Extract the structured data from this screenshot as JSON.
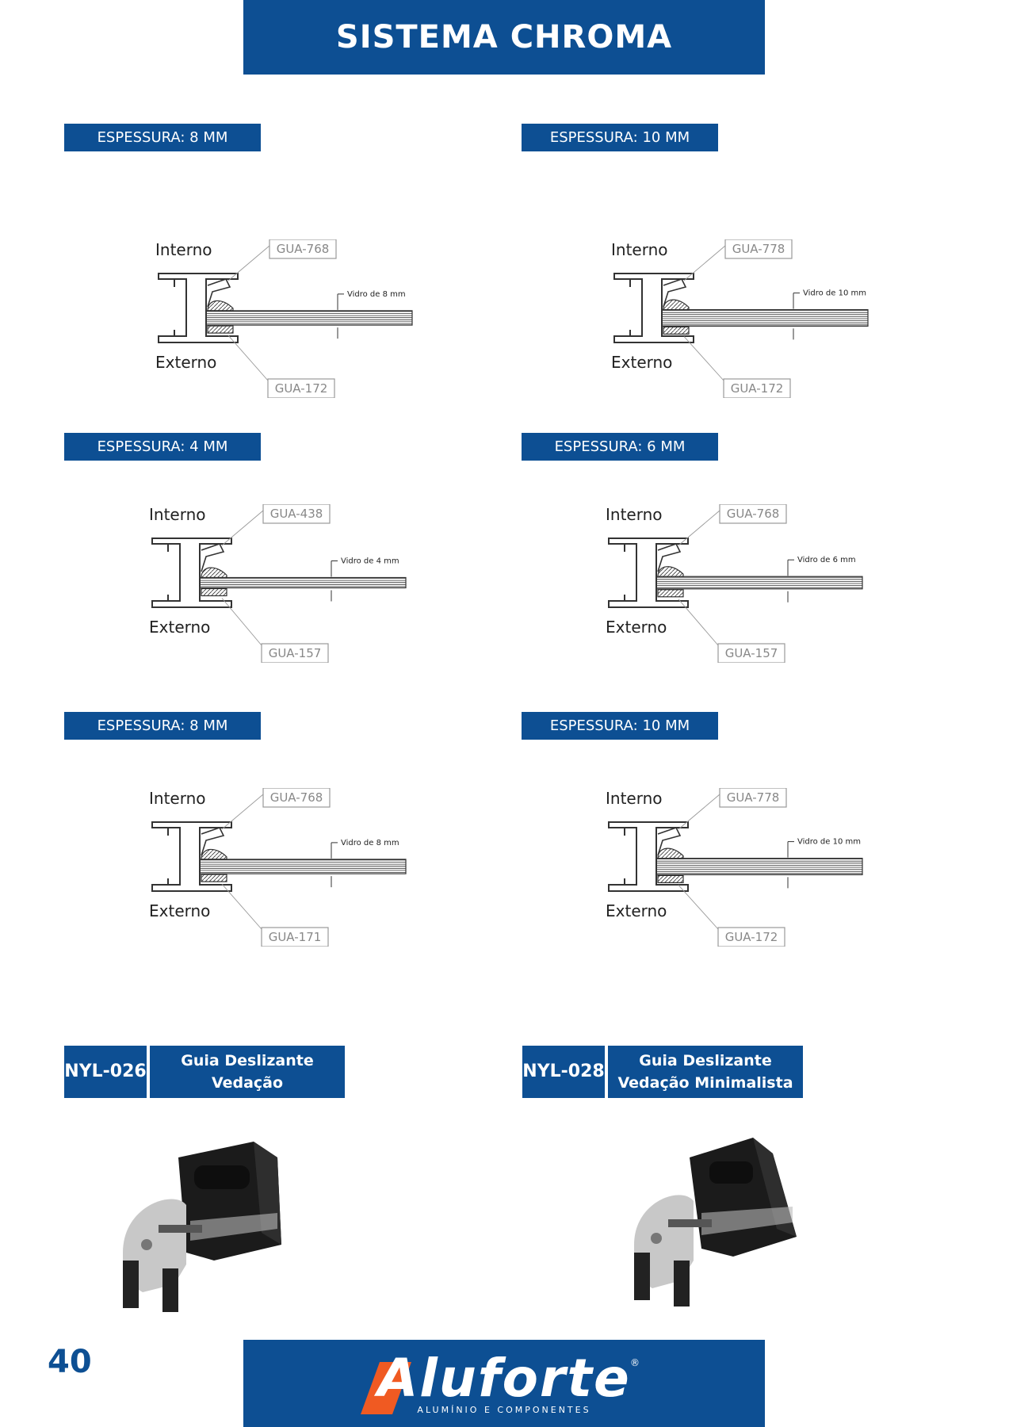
{
  "header": {
    "title": "SISTEMA CHROMA"
  },
  "diagrams": [
    {
      "thickness_label": "ESPESSURA: 8 MM",
      "interno": "Interno",
      "externo": "Externo",
      "top_code": "GUA-768",
      "bottom_code": "GUA-172",
      "glass_label": "Vidro de  8  mm",
      "glass_mm": 8
    },
    {
      "thickness_label": "ESPESSURA: 10 MM",
      "interno": "Interno",
      "externo": "Externo",
      "top_code": "GUA-778",
      "bottom_code": "GUA-172",
      "glass_label": "Vidro de 10 mm",
      "glass_mm": 10
    },
    {
      "thickness_label": "ESPESSURA: 4 MM",
      "interno": "Interno",
      "externo": "Externo",
      "top_code": "GUA-438",
      "bottom_code": "GUA-157",
      "glass_label": "Vidro de 4 mm",
      "glass_mm": 4
    },
    {
      "thickness_label": "ESPESSURA: 6 MM",
      "interno": "Interno",
      "externo": "Externo",
      "top_code": "GUA-768",
      "bottom_code": "GUA-157",
      "glass_label": "Vidro de 6 mm",
      "glass_mm": 6
    },
    {
      "thickness_label": "ESPESSURA: 8 MM",
      "interno": "Interno",
      "externo": "Externo",
      "top_code": "GUA-768",
      "bottom_code": "GUA-171",
      "glass_label": "Vidro de 8 mm",
      "glass_mm": 8
    },
    {
      "thickness_label": "ESPESSURA: 10 MM",
      "interno": "Interno",
      "externo": "Externo",
      "top_code": "GUA-778",
      "bottom_code": "GUA-172",
      "glass_label": "Vidro de 10 mm",
      "glass_mm": 10
    }
  ],
  "products": [
    {
      "code": "NYL-026",
      "name_line1": "Guia Deslizante",
      "name_line2": "Vedação"
    },
    {
      "code": "NYL-028",
      "name_line1": "Guia Deslizante",
      "name_line2": "Vedação Minimalista"
    }
  ],
  "footer": {
    "page_number": "40",
    "brand": "Aluforte",
    "brand_sub": "ALUMÍNIO  E  COMPONENTES",
    "registered": "®"
  },
  "colors": {
    "brand_blue": "#0d4f93",
    "accent_orange": "#f05a22"
  }
}
